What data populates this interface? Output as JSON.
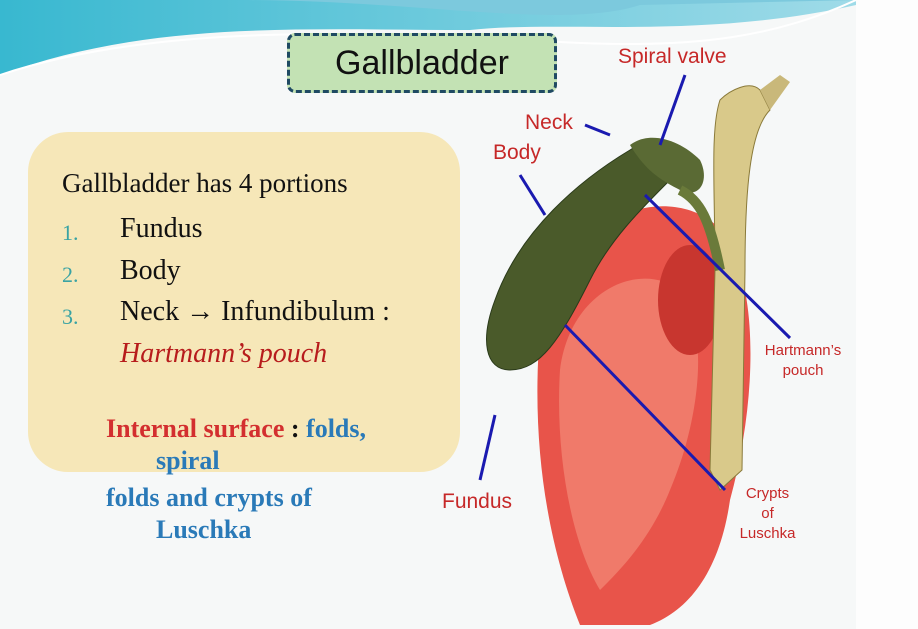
{
  "title": "Gallbladder",
  "panel": {
    "heading": "Gallbladder has 4 portions",
    "items": [
      {
        "num": "1.",
        "text": "Fundus"
      },
      {
        "num": "2.",
        "text": "Body"
      },
      {
        "num": "3.",
        "text": "Neck → Infundibulum :"
      }
    ],
    "sub_item": "Hartmann’s pouch"
  },
  "internal": {
    "label": "Internal surface",
    "colon": " : ",
    "line1_blue": "folds,",
    "line2": "spiral",
    "line3": "folds and crypts of",
    "line4": "Luschka"
  },
  "diagram_labels": {
    "spiral_valve": "Spiral valve",
    "neck": "Neck",
    "body": "Body",
    "fundus": "Fundus",
    "hartmann_1": "Hartmann’s",
    "hartmann_2": "pouch",
    "crypts_1": "Crypts",
    "crypts_2": "of",
    "crypts_3": "Luschka"
  },
  "colors": {
    "label_red": "#c62828",
    "arrow_blue": "#1a1ab0",
    "text_blue": "#2a7ab8"
  }
}
